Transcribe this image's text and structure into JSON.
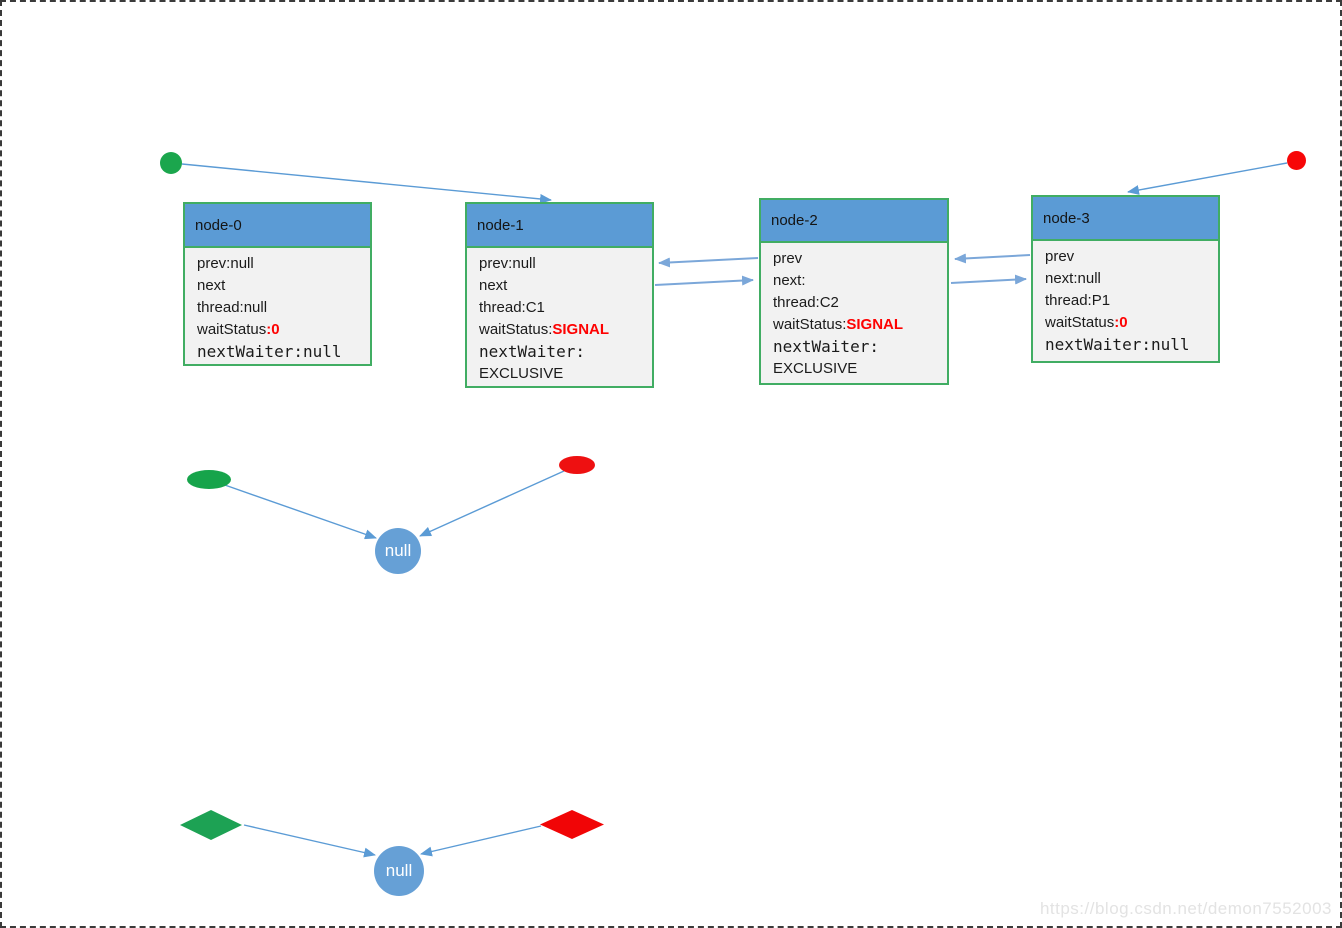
{
  "page": {
    "null_label": "null",
    "watermark": "https://blog.csdn.net/demon7552003"
  },
  "colors": {
    "node_header_blue": "#5b9bd5",
    "node_border_green": "#41ad63",
    "node_body_gray": "#f2f2f2",
    "status_red": "#fe0202",
    "arrow_blue": "#5b9bd5",
    "arrow_light_blue": "#7ba7d9",
    "head_marker_green": "#1ba64d",
    "tail_marker_red": "#f70708",
    "null_circle_blue": "#66a0d6",
    "watermark_gray": "#e3e3e3"
  },
  "nodes": [
    {
      "title": "node-0",
      "fields": [
        {
          "text": "prev:null"
        },
        {
          "text": "next"
        },
        {
          "text": "thread:null"
        },
        {
          "text": "waitStatus",
          "red": ":0"
        },
        {
          "text": "nextWaiter:null",
          "mono": true
        }
      ]
    },
    {
      "title": "node-1",
      "fields": [
        {
          "text": "prev:null"
        },
        {
          "text": "next"
        },
        {
          "text": "thread:C1"
        },
        {
          "text": "waitStatus:",
          "red": "SIGNAL"
        },
        {
          "text": "nextWaiter:",
          "mono": true
        },
        {
          "text": "EXCLUSIVE"
        }
      ]
    },
    {
      "title": "node-2",
      "fields": [
        {
          "text": "prev"
        },
        {
          "text": "next:"
        },
        {
          "text": "thread:C2"
        },
        {
          "text": "waitStatus:",
          "red": "SIGNAL"
        },
        {
          "text": "nextWaiter:",
          "mono": true
        },
        {
          "text": "EXCLUSIVE"
        }
      ]
    },
    {
      "title": "node-3",
      "fields": [
        {
          "text": "prev"
        },
        {
          "text": "next:null"
        },
        {
          "text": "thread:P1"
        },
        {
          "text": "waitStatus",
          "red": ":0"
        },
        {
          "text": "nextWaiter:null",
          "mono": true
        }
      ]
    }
  ]
}
